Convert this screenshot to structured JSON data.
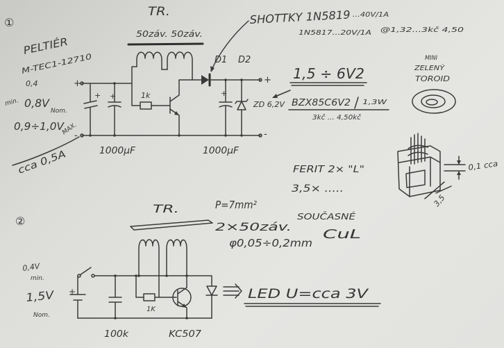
{
  "symbols": {
    "plus": "+",
    "minus": "-"
  },
  "circuit_1": {
    "number": "①",
    "transformer": "TR.",
    "turns": "50záv. 50záv.",
    "schottky": "SHOTTKY 1N5819",
    "schottky_rating": "...40V/1A",
    "schottky_alt": "1N5817...20V/1A",
    "schottky_price": "@1,32...3kč 4,50",
    "peltier": "PELTIÉR",
    "peltier_part": "M-TEC1-12710",
    "diode_1": "D1",
    "diode_2": "D2",
    "v_low": "0,4",
    "v_min_tag": "min.",
    "v_nom": "0,8V",
    "v_nom_tag": "Nom.",
    "v_max": "0,9÷1,0V",
    "v_max_tag": "MAX.",
    "current": "cca 0,5A",
    "resistor": "1k",
    "zener": "ZD 6,2V",
    "output_range": "1,5 ÷ 6V2",
    "zener_part": "BZX85C6V2",
    "zener_power": "1,3W",
    "zener_price": "3kč ... 4,50kč",
    "cap_in": "1000μF",
    "cap_out": "1000μF"
  },
  "toroid": {
    "line_1": "MINI",
    "line_2": "ZELENÝ",
    "line_3": "TOROID"
  },
  "core_notes": {
    "ferrite": "FERIT 2× \"L\"",
    "count": "3,5× .....",
    "area": "P=7mm²",
    "winding": "2×50záv.",
    "winding_note": "SOUČASNÉ",
    "wire": "φ0,05÷0,2mm",
    "wire_type": "CuL",
    "gap": "0,1 cca",
    "width": "3,5"
  },
  "circuit_2": {
    "number": "②",
    "transformer": "TR.",
    "v_min": "0,4V",
    "v_min_tag": "min.",
    "v_nom": "1,5V",
    "v_nom_tag": "Nom.",
    "resistor": "1K",
    "capacitor": "100k",
    "transistor": "KC507",
    "led": "LED U=cca 3V"
  }
}
